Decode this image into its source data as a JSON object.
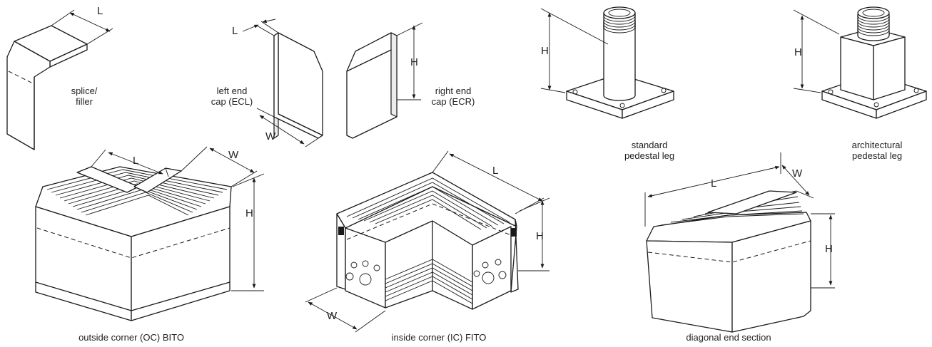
{
  "dims": {
    "length": "L",
    "width": "W",
    "height": "H"
  },
  "parts": {
    "splice_filler": "splice/\nfiller",
    "left_end_cap": "left end\ncap (ECL)",
    "right_end_cap": "right end\ncap (ECR)",
    "standard_pedestal_leg": "standard\npedestal leg",
    "architectural_pedestal_leg": "architectural\npedestal leg",
    "outside_corner": "outside corner (OC) BITO",
    "inside_corner": "inside corner (IC) FITO",
    "diagonal_end_section": "diagonal end section"
  }
}
